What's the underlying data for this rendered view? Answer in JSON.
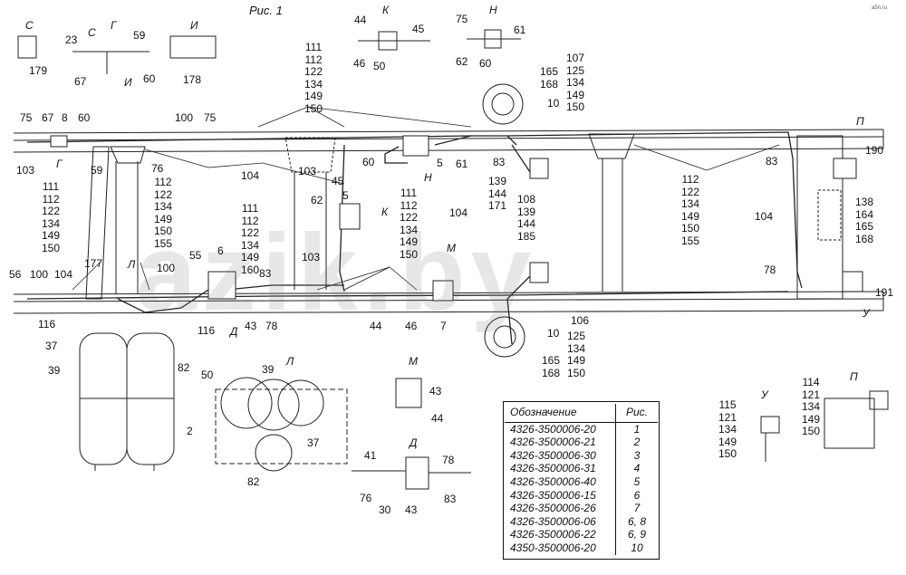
{
  "figure": {
    "title": "Рис. 1",
    "watermark": "azik.by",
    "logo": "a5n.ru"
  },
  "views": {
    "C": {
      "letter": "C",
      "parts": [
        "179"
      ]
    },
    "G": {
      "letters": [
        "C",
        "Г",
        "И"
      ],
      "parts": [
        "23",
        "59",
        "67",
        "60"
      ]
    },
    "I": {
      "letter": "И",
      "parts": [
        "178"
      ]
    },
    "K": {
      "letter": "К",
      "parts": [
        "44",
        "45",
        "46",
        "50"
      ]
    },
    "N": {
      "letter": "Н",
      "parts": [
        "75",
        "61",
        "62",
        "60"
      ]
    },
    "M": {
      "letter": "М",
      "parts": [
        "43",
        "44"
      ]
    },
    "D": {
      "letter": "Д",
      "parts": [
        "41",
        "78",
        "76",
        "30",
        "43",
        "83"
      ]
    },
    "L": {
      "letter": "Л",
      "parts": [
        "39",
        "37",
        "82"
      ]
    },
    "U": {
      "letter": "У",
      "parts": [
        "115",
        "121",
        "134",
        "149",
        "150"
      ]
    },
    "P": {
      "letter": "П",
      "parts": [
        "114",
        "121",
        "134",
        "149",
        "150"
      ]
    }
  },
  "callouts": {
    "top_center_stack": [
      "111",
      "112",
      "122",
      "134",
      "149",
      "150"
    ],
    "left_stack": [
      "111",
      "112",
      "122",
      "134",
      "149",
      "150"
    ],
    "mid_left_stack": [
      "112",
      "122",
      "134",
      "149",
      "150",
      "155"
    ],
    "mid_stack": [
      "111",
      "112",
      "122",
      "134",
      "149",
      "160"
    ],
    "center_stack": [
      "111",
      "112",
      "122",
      "134",
      "149",
      "150"
    ],
    "right_top_stack": [
      "107",
      "125",
      "134",
      "149",
      "150"
    ],
    "right_top_small": [
      "165",
      "168"
    ],
    "center_right_stack": [
      "108",
      "139",
      "144",
      "185"
    ],
    "center_right_stack2": [
      "139",
      "144",
      "171"
    ],
    "right_mid_stack": [
      "112",
      "122",
      "134",
      "149",
      "150",
      "155"
    ],
    "far_right_stack": [
      "138",
      "164",
      "165",
      "168"
    ],
    "bottom_right_stack": [
      "125",
      "134",
      "149",
      "150"
    ],
    "bottom_right_small": [
      "165",
      "168"
    ],
    "single": {
      "n75a": "75",
      "n67": "67",
      "n8": "8",
      "n60a": "60",
      "n103a": "103",
      "n100a": "100",
      "n75b": "75",
      "n104a": "104",
      "n59": "59",
      "n76": "76",
      "n103b": "103",
      "n60b": "60",
      "n45": "45",
      "n5a": "5",
      "n5b": "5",
      "n61": "61",
      "n83a": "83",
      "n10a": "10",
      "n62": "62",
      "nK": "К",
      "nH": "Н",
      "nG": "Г",
      "n190": "190",
      "n83b": "83",
      "n104b": "104",
      "nP": "П",
      "n104c": "104",
      "n103c": "103",
      "nM": "М",
      "n56": "56",
      "n100b": "100",
      "n104d": "104",
      "n177": "177",
      "nL": "Л",
      "n55": "55",
      "n6": "6",
      "n100c": "100",
      "n83c": "83",
      "n78a": "78",
      "n116a": "116",
      "n37": "37",
      "n39": "39",
      "n82": "82",
      "n116b": "116",
      "nD": "Д",
      "n43": "43",
      "n50": "50",
      "n44": "44",
      "n46": "46",
      "n7": "7",
      "n106": "106",
      "n10b": "10",
      "n78b": "78",
      "n191": "191",
      "nU": "У",
      "n2": "2"
    }
  },
  "legend": {
    "headers": [
      "Обозначение",
      "Рис."
    ],
    "rows": [
      [
        "4326-3500006-20",
        "1"
      ],
      [
        "4326-3500006-21",
        "2"
      ],
      [
        "4326-3500006-30",
        "3"
      ],
      [
        "4326-3500006-31",
        "4"
      ],
      [
        "4326-3500006-40",
        "5"
      ],
      [
        "4326-3500006-15",
        "6"
      ],
      [
        "4326-3500006-26",
        "7"
      ],
      [
        "4326-3500006-06",
        "6, 8"
      ],
      [
        "4326-3500006-22",
        "6, 9"
      ],
      [
        "4350-3500006-20",
        "10"
      ]
    ]
  }
}
